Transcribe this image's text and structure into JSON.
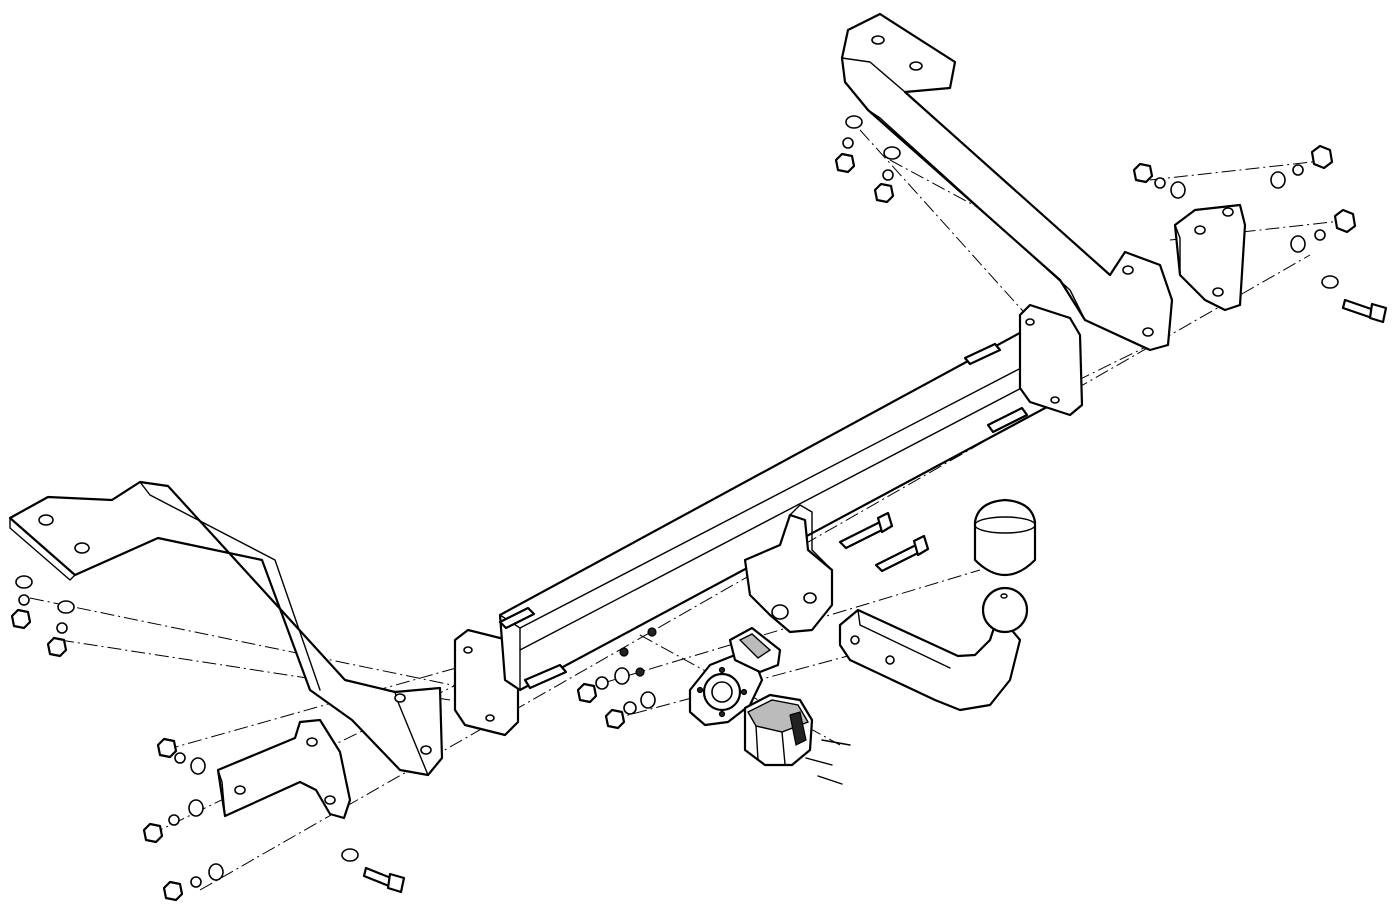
{
  "diagram": {
    "kind": "exploded-assembly",
    "colors": {
      "line": "#000000",
      "background": "#ffffff",
      "shade": "#bbbbbb"
    },
    "components": [
      "left-side-arm",
      "right-side-arm",
      "left-bracket",
      "right-bracket",
      "crossbar-tube",
      "towball-neck",
      "towball-cap",
      "socket-plate",
      "electrical-socket",
      "bolts",
      "nuts",
      "washers"
    ]
  }
}
